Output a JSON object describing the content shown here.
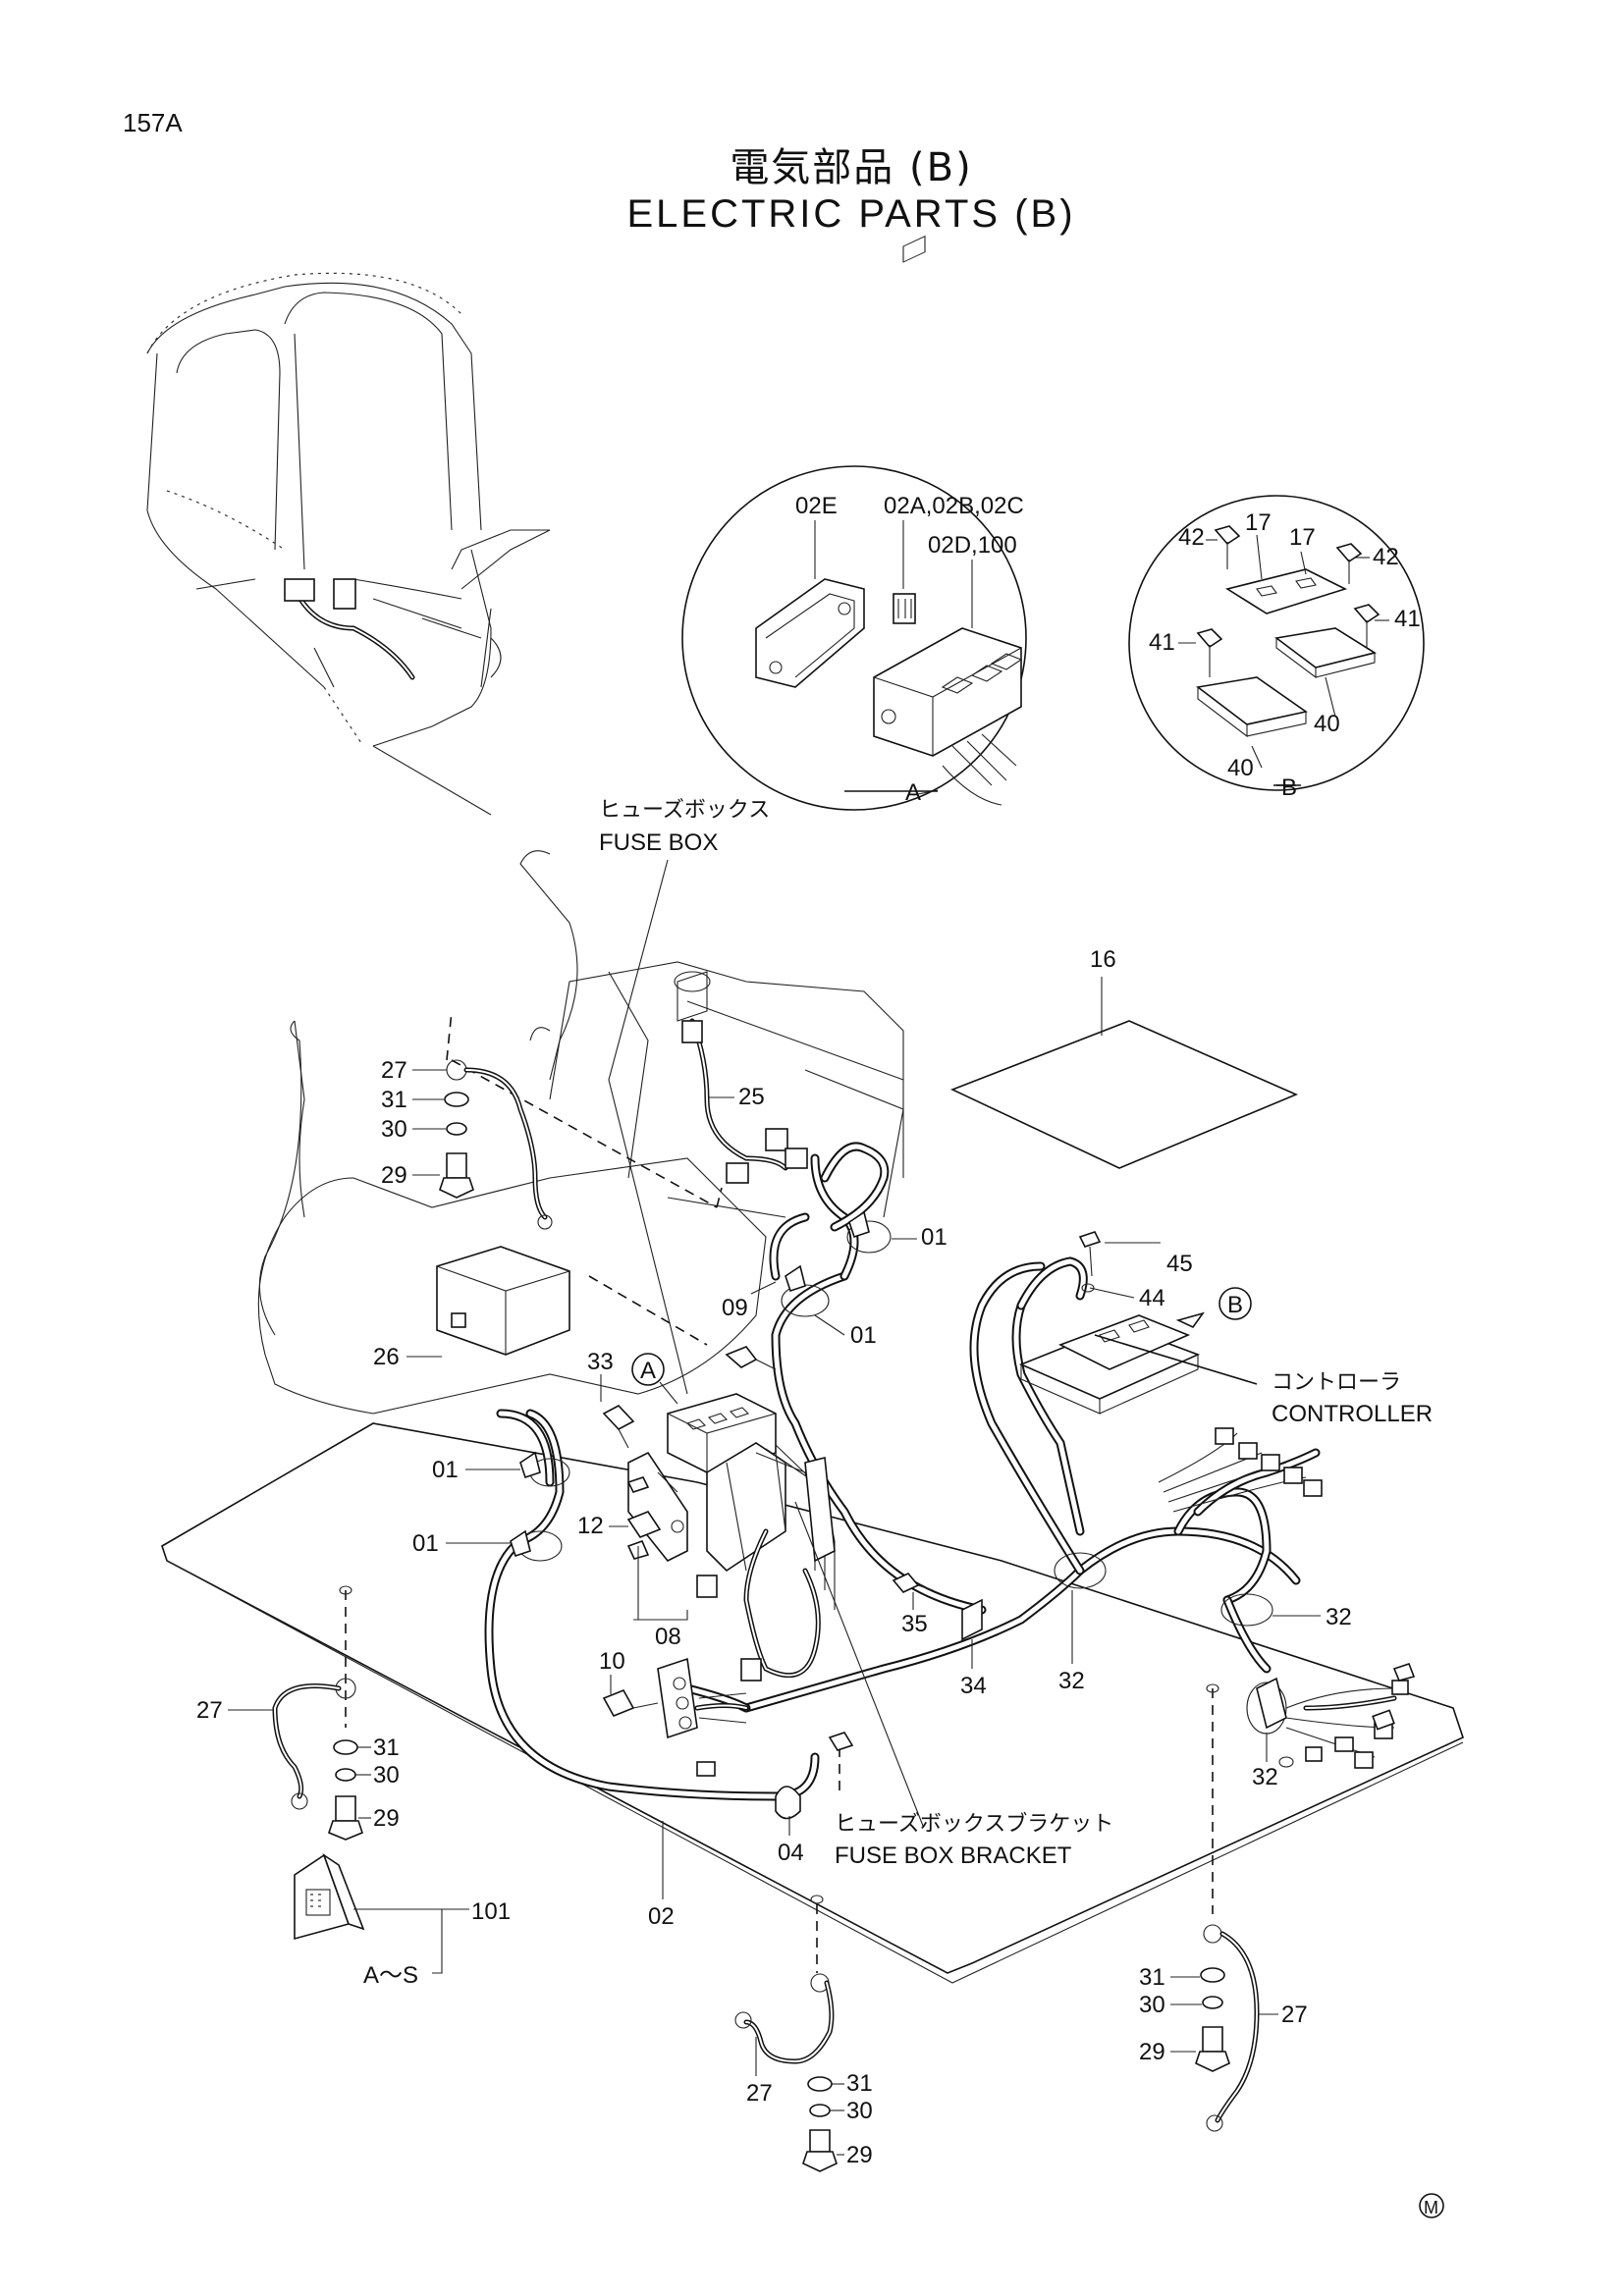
{
  "page_number": "157A",
  "title_jp": "電気部品 (B)",
  "title_en": "ELECTRIC PARTS (B)",
  "detail_a": {
    "callout": "A",
    "labels": {
      "p02e": "02E",
      "p02abc": "02A,02B,02C",
      "p02d": "02D,100"
    }
  },
  "detail_b": {
    "callout": "B",
    "labels": {
      "p42_left": "42",
      "p17_left": "17",
      "p17_right": "17",
      "p42_right": "42",
      "p41_left": "41",
      "p41_right": "41",
      "p40_right": "40",
      "p40_bottom": "40"
    }
  },
  "callouts": {
    "fuse_box_jp": "ヒューズボックス",
    "fuse_box_en": "FUSE BOX",
    "controller_jp": "コントローラ",
    "controller_en": "CONTROLLER",
    "fuse_box_bracket_jp": "ヒューズボックスブラケット",
    "fuse_box_bracket_en": "FUSE BOX BRACKET",
    "circle_a": "A",
    "circle_b": "B",
    "a_to_s": "A～S"
  },
  "part_labels": {
    "p16": "16",
    "p25": "25",
    "p01_a": "01",
    "p01_b": "01",
    "p01_c": "01",
    "p01_d": "01",
    "p45": "45",
    "p44": "44",
    "p09": "09",
    "p26": "26",
    "p33": "33",
    "p12": "12",
    "p08": "08",
    "p10": "10",
    "p35": "35",
    "p34": "34",
    "p32_a": "32",
    "p32_b": "32",
    "p32_c": "32",
    "p04": "04",
    "p02": "02",
    "p101": "101",
    "g1_27": "27",
    "g1_31": "31",
    "g1_30": "30",
    "g1_29": "29",
    "g2_27": "27",
    "g2_31": "31",
    "g2_30": "30",
    "g2_29": "29",
    "g3_27": "27",
    "g3_31": "31",
    "g3_30": "30",
    "g3_29": "29",
    "g4_27": "27",
    "g4_31": "31",
    "g4_30": "30",
    "g4_29": "29"
  },
  "mark": "M"
}
